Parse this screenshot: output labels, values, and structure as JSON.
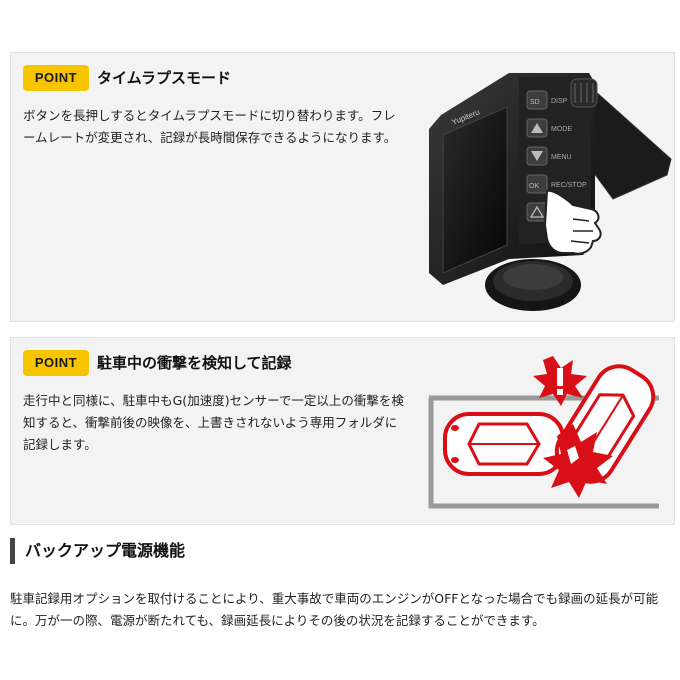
{
  "points": [
    {
      "badge": "POINT",
      "title": "タイムラプスモード",
      "body": "ボタンを長押しするとタイムラプスモードに切り替わります。フレームレートが変更され、記録が長時間保存できるようになります。",
      "device": {
        "brand": "Yupiteru",
        "button_labels": [
          "DISP",
          "MODE",
          "MENU",
          "REC/STOP"
        ],
        "key_labels": [
          "SD",
          "OK"
        ],
        "icon": "pointing-hand-icon"
      }
    },
    {
      "badge": "POINT",
      "title": "駐車中の衝撃を検知して記録",
      "body": "走行中と同様に、駐車中もG(加速度)センサーで一定以上の衝撃を検知すると、衝撃前後の映像を、上書きされないよう専用フォルダに記録します。",
      "icon": "parking-collision-icon",
      "colors": {
        "accent": "#d80f16"
      }
    }
  ],
  "section": {
    "title": "バックアップ電源機能",
    "body": "駐車記録用オプションを取付けることにより、重大事故で車両のエンジンがOFFとなった場合でも録画の延長が可能に。万が一の際、電源が断たれても、録画延長によりその後の状況を記録することができます。"
  },
  "colors": {
    "badge": "#f7c500",
    "panel": "#f3f3f3",
    "section_bar": "#444444"
  }
}
